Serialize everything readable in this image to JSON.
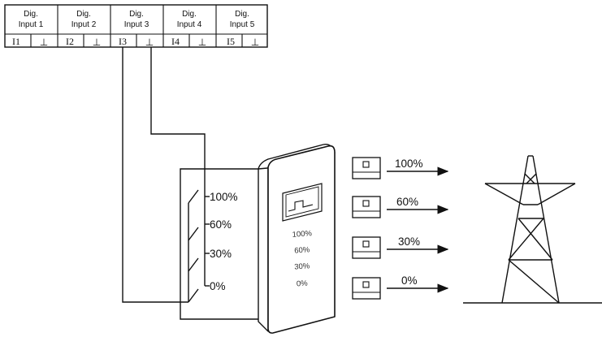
{
  "terminal_block": {
    "inputs": [
      {
        "header_line1": "Dig.",
        "header_line2": "Input 1",
        "terminal": "I1",
        "ground_symbol": "⊥"
      },
      {
        "header_line1": "Dig.",
        "header_line2": "Input 2",
        "terminal": "I2",
        "ground_symbol": "⊥"
      },
      {
        "header_line1": "Dig.",
        "header_line2": "Input 3",
        "terminal": "I3",
        "ground_symbol": "⊥"
      },
      {
        "header_line1": "Dig.",
        "header_line2": "Input 4",
        "terminal": "I4",
        "ground_symbol": "⊥"
      },
      {
        "header_line1": "Dig.",
        "header_line2": "Input 5",
        "terminal": "I5",
        "ground_symbol": "⊥"
      }
    ]
  },
  "relay_switches": [
    {
      "label": "100%"
    },
    {
      "label": "60%"
    },
    {
      "label": "30%"
    },
    {
      "label": "0%"
    }
  ],
  "control_unit": {
    "levels": [
      "100%",
      "60%",
      "30%",
      "0%"
    ]
  },
  "output_signals": [
    {
      "label": "100%"
    },
    {
      "label": "60%"
    },
    {
      "label": "30%"
    },
    {
      "label": "0%"
    }
  ],
  "icons": {
    "tower": "power-transmission-tower-icon",
    "switch": "relay-switch-icon",
    "signal_box": "signal-box-icon"
  },
  "colors": {
    "line": "#111111",
    "background": "#ffffff"
  }
}
